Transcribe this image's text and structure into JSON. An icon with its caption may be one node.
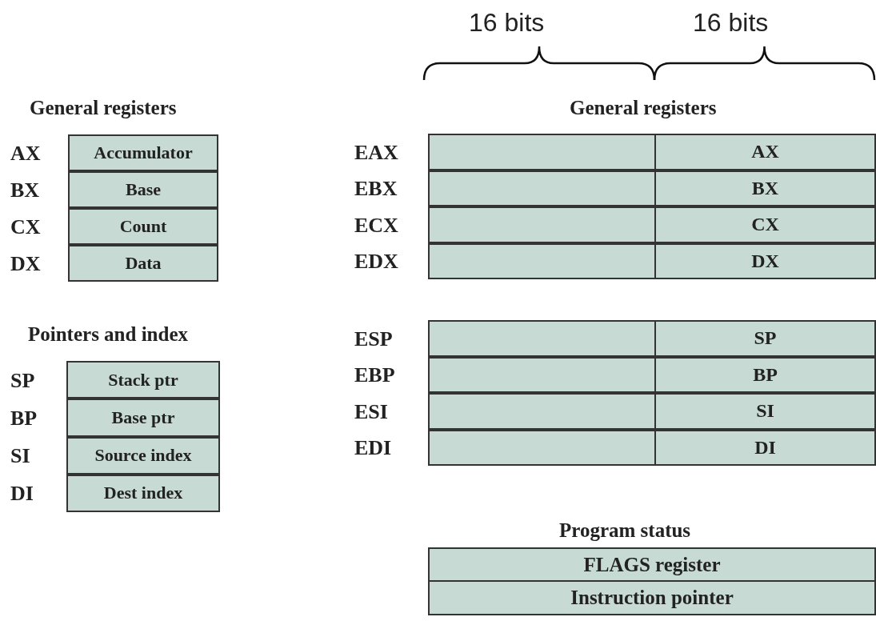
{
  "diagram": {
    "nodes": [
      {
        "text": [
          "Accumulator"
        ],
        "beside": [
          "AX"
        ]
      },
      {
        "text": [
          "Base"
        ],
        "beside": [
          "BX"
        ]
      },
      {
        "text": [
          "Count"
        ],
        "beside": [
          "CX"
        ]
      },
      {
        "text": [
          "Data"
        ],
        "beside": [
          "DX"
        ]
      },
      {
        "text": [
          "Stack ptr"
        ],
        "beside": [
          "SP"
        ]
      },
      {
        "text": [
          "Base ptr"
        ],
        "beside": [
          "BP"
        ]
      },
      {
        "text": [
          "Source index"
        ],
        "beside": [
          "SI"
        ]
      },
      {
        "text": [
          "Dest index"
        ],
        "beside": [
          "DI"
        ]
      },
      {
        "text": [],
        "shape": "box",
        "beside": [
          "EAX"
        ]
      },
      {
        "text": [
          "AX"
        ]
      },
      {
        "text": [],
        "shape": "box",
        "beside": [
          "EBX"
        ]
      },
      {
        "text": [
          "BX"
        ]
      },
      {
        "text": [],
        "shape": "box",
        "beside": [
          "ECX"
        ]
      },
      {
        "text": [
          "CX"
        ]
      },
      {
        "text": [],
        "shape": "box",
        "beside": [
          "EDX"
        ]
      },
      {
        "text": [
          "DX"
        ]
      },
      {
        "text": [],
        "shape": "box",
        "beside": [
          "ESP"
        ]
      },
      {
        "text": [
          "SP"
        ]
      },
      {
        "text": [],
        "shape": "box",
        "beside": [
          "EBP"
        ]
      },
      {
        "text": [
          "BP"
        ]
      },
      {
        "text": [],
        "shape": "box",
        "beside": [
          "ESI"
        ]
      },
      {
        "text": [
          "SI"
        ]
      },
      {
        "text": [],
        "shape": "box",
        "beside": [
          "EDI"
        ]
      },
      {
        "text": [
          "DI"
        ]
      },
      {
        "text": [
          "FLAGS register"
        ]
      },
      {
        "text": [
          "Instruction pointer"
        ]
      }
    ],
    "labels": [
      "16 bits",
      "16 bits",
      "General registers",
      "General registers",
      "Pointers and index",
      "Program status"
    ]
  }
}
